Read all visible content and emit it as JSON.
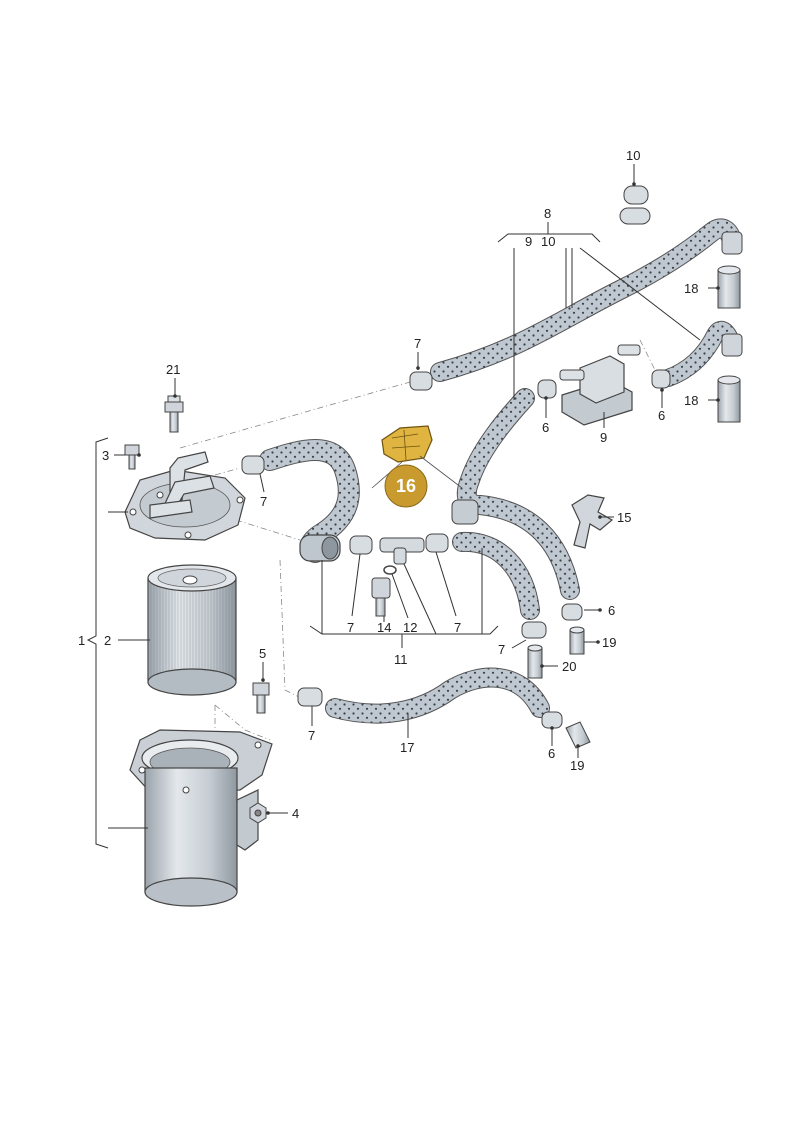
{
  "diagram": {
    "highlight_label": "16",
    "callouts": {
      "c1": "1",
      "c2": "2",
      "c3": "3",
      "c4": "4",
      "c5": "5",
      "c6a": "6",
      "c6b": "6",
      "c6c": "6",
      "c6d": "6",
      "c7a": "7",
      "c7b": "7",
      "c7c": "7",
      "c7d": "7",
      "c7e": "7",
      "c7f": "7",
      "c8": "8",
      "c9a": "9",
      "c9b": "9",
      "c10a": "10",
      "c10b": "10",
      "c11": "11",
      "c12": "12",
      "c14": "14",
      "c15": "15",
      "c17": "17",
      "c18a": "18",
      "c18b": "18",
      "c19a": "19",
      "c19b": "19",
      "c20": "20",
      "c21": "21"
    },
    "colors": {
      "hose": "#b9c3cc",
      "metal": "#d3d8dd",
      "highlight_fill": "#c99a2e",
      "highlight_part": "#e0b440"
    }
  }
}
